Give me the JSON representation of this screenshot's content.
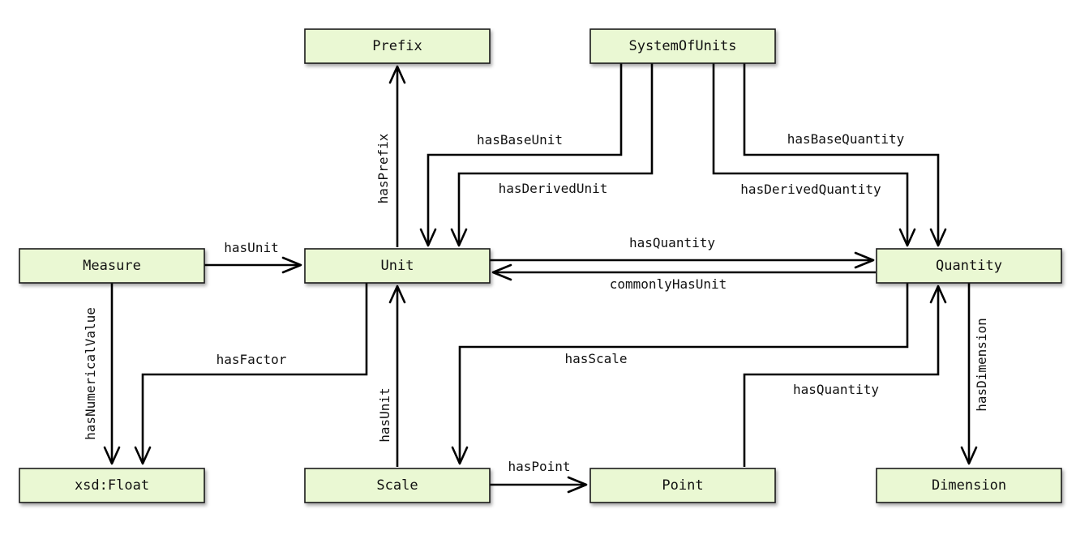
{
  "nodes": {
    "prefix": "Prefix",
    "system_of_units": "SystemOfUnits",
    "measure": "Measure",
    "unit": "Unit",
    "quantity": "Quantity",
    "xsd_float": "xsd:Float",
    "scale": "Scale",
    "point": "Point",
    "dimension": "Dimension"
  },
  "edges": {
    "has_prefix": "hasPrefix",
    "has_base_unit": "hasBaseUnit",
    "has_derived_unit": "hasDerivedUnit",
    "has_base_quantity": "hasBaseQuantity",
    "has_derived_quantity": "hasDerivedQuantity",
    "has_unit_measure": "hasUnit",
    "has_quantity_unit": "hasQuantity",
    "commonly_has_unit": "commonlyHasUnit",
    "has_numerical_value": "hasNumericalValue",
    "has_factor": "hasFactor",
    "has_unit_scale": "hasUnit",
    "has_scale": "hasScale",
    "has_quantity_point": "hasQuantity",
    "has_dimension": "hasDimension",
    "has_point": "hasPoint"
  }
}
